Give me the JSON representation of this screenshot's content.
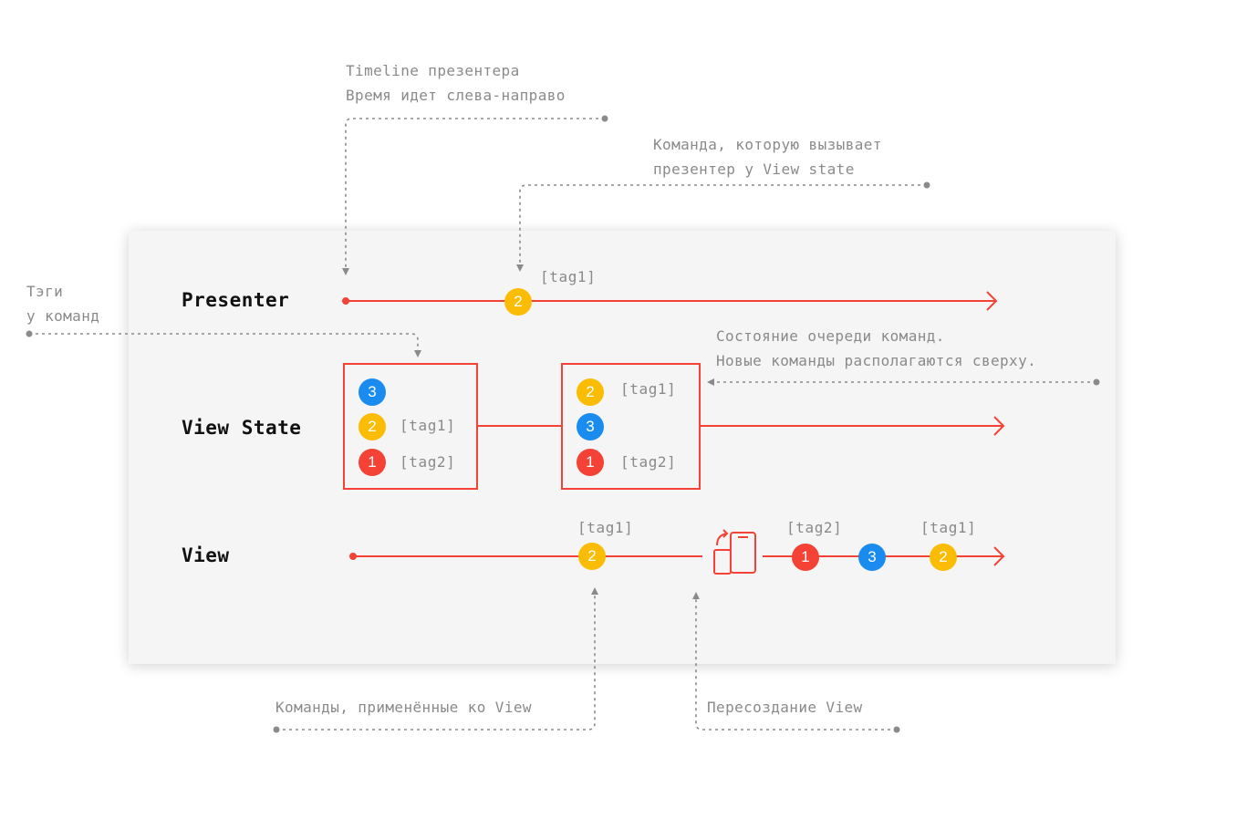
{
  "colors": {
    "red": "#f44336",
    "yellow": "#fbbc05",
    "blue": "#1a8cf0",
    "annotation": "#8a8a8a"
  },
  "lanes": {
    "presenter": "Presenter",
    "view_state": "View State",
    "view": "View"
  },
  "annotations": {
    "timeline": [
      "Timeline презентера",
      "Время идет слева-направо"
    ],
    "command": [
      "Команда, которую вызывает",
      "презентер у View state"
    ],
    "tags": [
      "Тэги",
      "у команд"
    ],
    "queue": [
      "Состояние очереди команд.",
      "Новые команды располагаются сверху."
    ],
    "applied": "Команды, применённые ко View",
    "recreate": "Пересоздание View"
  },
  "presenter": {
    "badge": "2",
    "tag": "[tag1]"
  },
  "view_state": {
    "queue1": [
      {
        "num": "3",
        "color": "blue",
        "tag": ""
      },
      {
        "num": "2",
        "color": "yellow",
        "tag": "[tag1]"
      },
      {
        "num": "1",
        "color": "red",
        "tag": "[tag2]"
      }
    ],
    "queue2": [
      {
        "num": "2",
        "color": "yellow",
        "tag": "[tag1]"
      },
      {
        "num": "3",
        "color": "blue",
        "tag": ""
      },
      {
        "num": "1",
        "color": "red",
        "tag": "[tag2]"
      }
    ]
  },
  "view": {
    "applied": [
      {
        "num": "2",
        "color": "yellow",
        "tag": "[tag1]"
      }
    ],
    "after_recreate": [
      {
        "num": "1",
        "color": "red",
        "tag": "[tag2]"
      },
      {
        "num": "3",
        "color": "blue",
        "tag": ""
      },
      {
        "num": "2",
        "color": "yellow",
        "tag": "[tag1]"
      }
    ],
    "recreate_icon": "phone-rotate-icon"
  }
}
